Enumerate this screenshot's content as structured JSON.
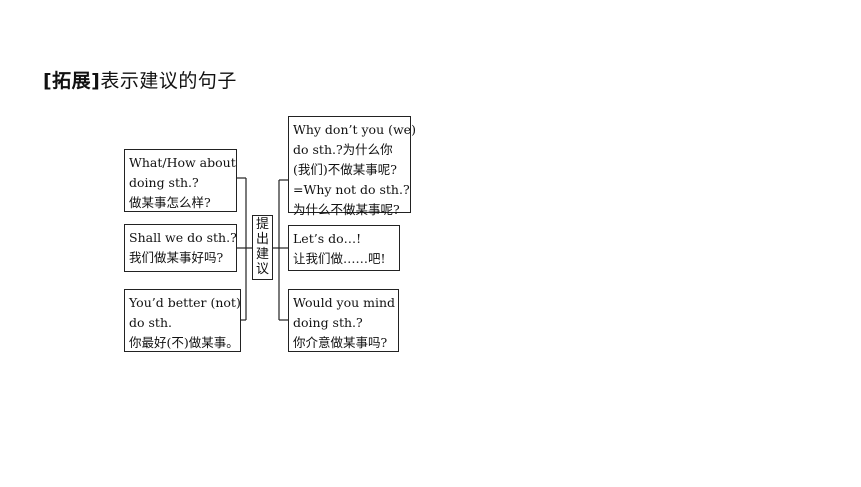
{
  "heading": {
    "bracket": "[拓展]",
    "title": "表示建议的句子"
  },
  "center_label": [
    "提",
    "出",
    "建",
    "议"
  ],
  "left_boxes": [
    [
      "What/How about",
      "doing sth.?",
      "做某事怎么样?"
    ],
    [
      "Shall we do sth.?",
      "我们做某事好吗?"
    ],
    [
      "You’d better (not)",
      "do sth.",
      "你最好(不)做某事。"
    ]
  ],
  "right_boxes": [
    [
      "Why don’t you (we)",
      "do sth.?为什么你",
      "(我们)不做某事呢?",
      "=Why not do sth.?",
      "为什么不做某事呢?"
    ],
    [
      "Let’s do…!",
      "让我们做……吧!"
    ],
    [
      "Would you mind",
      "doing sth.?",
      "你介意做某事吗?"
    ]
  ]
}
